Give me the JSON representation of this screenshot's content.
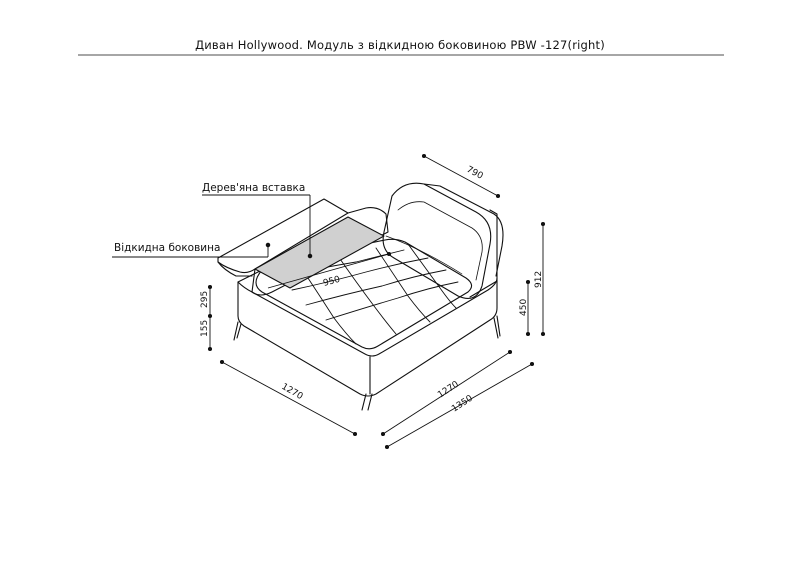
{
  "title": "Диван Hollywood. Модуль з відкидною боковиною PBW -127(right)",
  "callouts": {
    "wood_insert": "Дерев'яна вставка",
    "folding_side": "Відкидна боковина"
  },
  "dimensions": {
    "back_depth": "790",
    "total_height": "912",
    "back_height": "450",
    "seat_depth": "950",
    "armrest_height": "295",
    "leg_height": "155",
    "side_length": "1270",
    "front_length": "1270",
    "overall_length": "1350"
  },
  "colors": {
    "line": "#111111",
    "wood_insert_fill": "#d0d0d0"
  }
}
